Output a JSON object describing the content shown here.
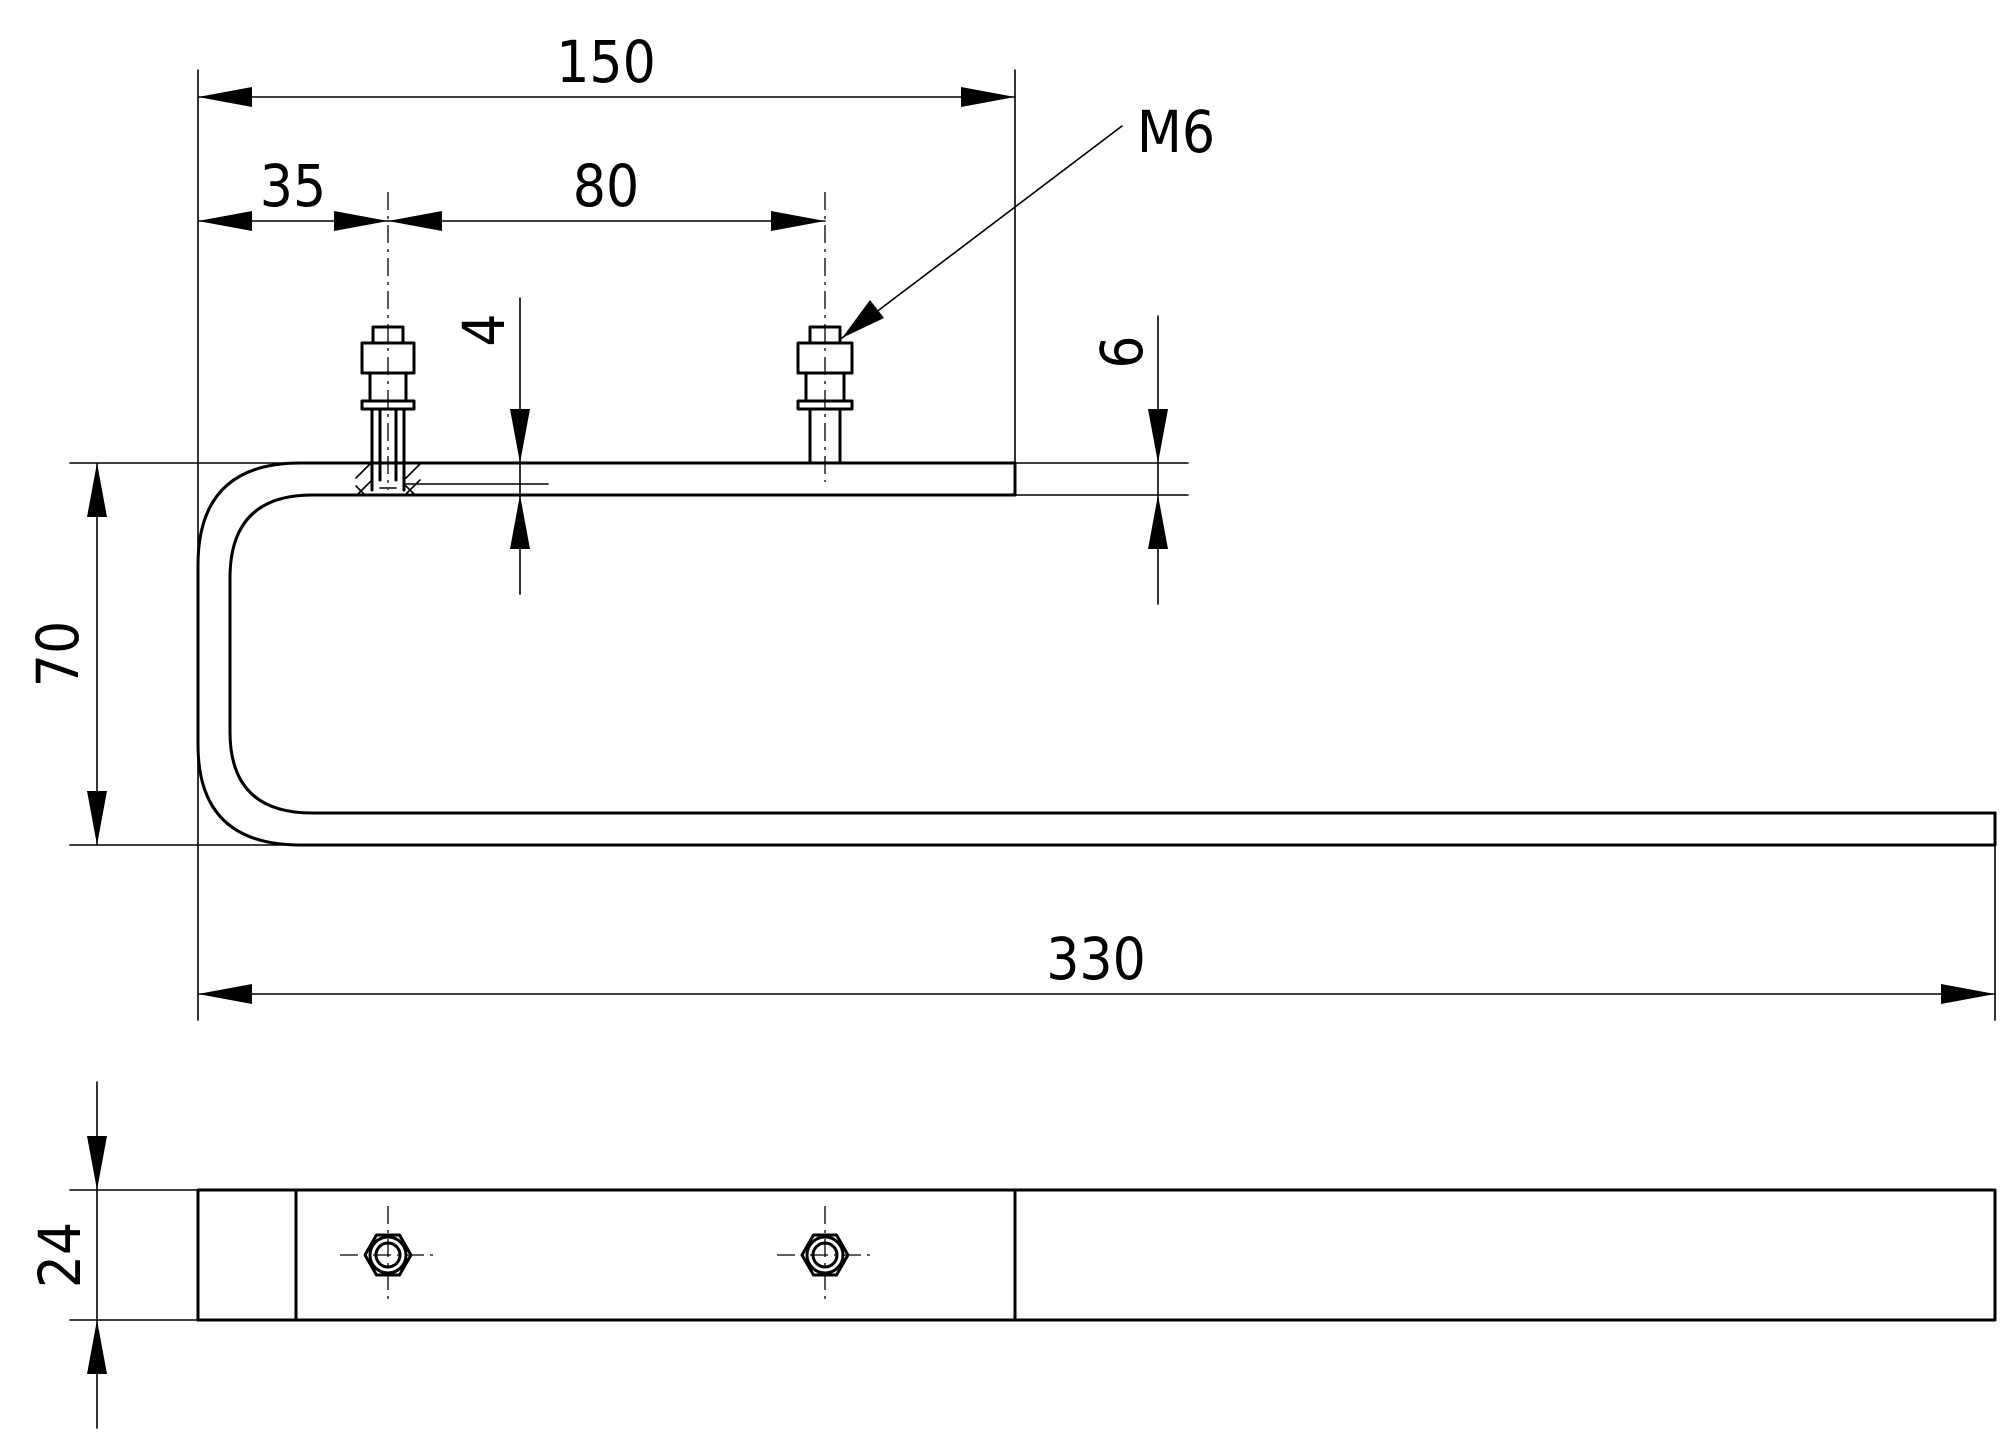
{
  "dimensions": {
    "overall_length": "330",
    "upper_arm_length": "150",
    "first_stud_offset": "35",
    "stud_spacing": "80",
    "height": "70",
    "upper_thickness": "4",
    "lower_thickness": "6",
    "width": "24"
  },
  "callouts": {
    "thread": "M6"
  },
  "colors": {
    "line": "#000000",
    "background": "#ffffff"
  }
}
